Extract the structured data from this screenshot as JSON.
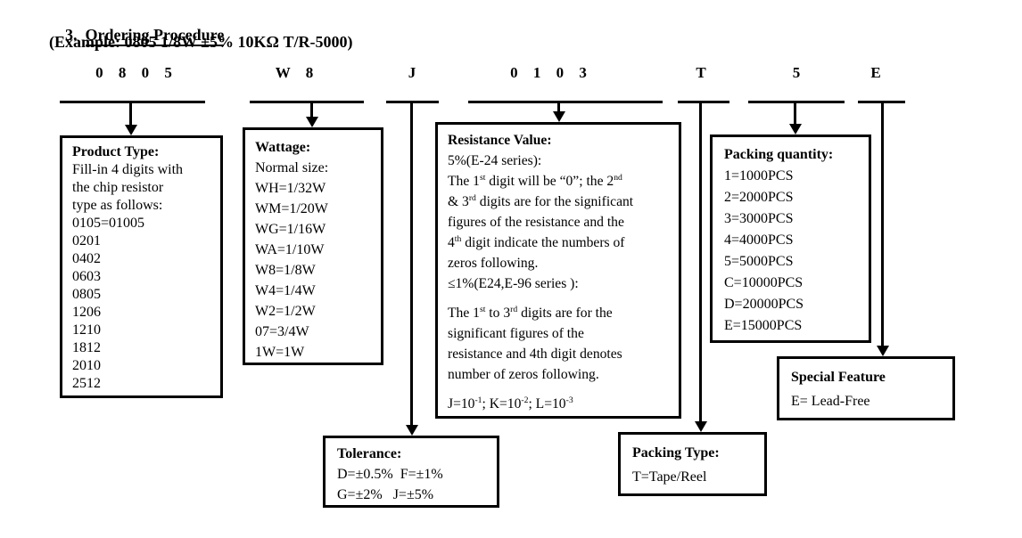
{
  "colors": {
    "ink": "#000000",
    "background": "#ffffff"
  },
  "document": {
    "heading_number": "3.",
    "heading_title": "Ordering Procedure",
    "example_line": "(Example: 0805 1/8W ±5% 10KΩ T/R-5000)"
  },
  "order_code": {
    "segments": [
      {
        "label": "0 8 0 5",
        "target": "Product Type"
      },
      {
        "label": "W 8",
        "target": "Wattage"
      },
      {
        "label": "J",
        "target": "Tolerance"
      },
      {
        "label": "0 1 0 3",
        "target": "Resistance Value"
      },
      {
        "label": "T",
        "target": "Packing Type"
      },
      {
        "label": "5",
        "target": "Packing quantity"
      },
      {
        "label": "E",
        "target": "Special Feature"
      }
    ]
  },
  "boxes": {
    "product_type": {
      "title": "Product Type:",
      "lines": [
        "Fill-in 4 digits with",
        "the chip resistor",
        "type as follows:",
        "0105=01005",
        "0201",
        "0402",
        "0603",
        "0805",
        "1206",
        "1210",
        "1812",
        "2010",
        "2512"
      ]
    },
    "wattage": {
      "title": "Wattage:",
      "lines": [
        "Normal size:",
        "WH=1/32W",
        "WM=1/20W",
        "WG=1/16W",
        "WA=1/10W",
        "W8=1/8W",
        "W4=1/4W",
        "W2=1/2W",
        "07=3/4W",
        "1W=1W"
      ]
    },
    "resistance_value": {
      "title": "Resistance Value:",
      "lines": [
        "5%(E-24 series):",
        "The 1^{st} digit will be “0”; the 2^{nd}",
        "& 3^{rd} digits are for the significant",
        "figures of the resistance and the",
        "4^{th} digit indicate the numbers of",
        "zeros following.",
        "≤1%(E24,E-96 series ):",
        "",
        "The 1^{st} to 3^{rd} digits are for the",
        "significant figures of the",
        "resistance and 4th digit denotes",
        "number of zeros following.",
        "",
        "J=10^{-1}; K=10^{-2}; L=10^{-3}"
      ]
    },
    "packing_quantity": {
      "title": "Packing quantity:",
      "lines": [
        "1=1000PCS",
        "2=2000PCS",
        "3=3000PCS",
        "4=4000PCS",
        "5=5000PCS",
        "C=10000PCS",
        "D=20000PCS",
        "E=15000PCS"
      ]
    },
    "special_feature": {
      "title": "Special Feature",
      "lines": [
        "E= Lead-Free"
      ]
    },
    "tolerance": {
      "title": "Tolerance:",
      "lines": [
        "D=±0.5%  F=±1%",
        "G=±2%   J=±5%"
      ]
    },
    "packing_type": {
      "title": "Packing Type:",
      "lines": [
        "T=Tape/Reel"
      ]
    }
  }
}
